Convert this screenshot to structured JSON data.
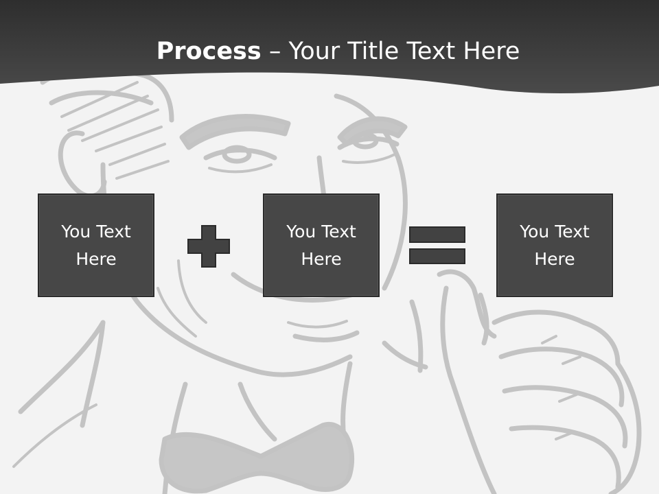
{
  "header": {
    "title_bold": "Process",
    "title_rest": " – Your Title Text Here"
  },
  "process": {
    "steps": [
      {
        "label": "You Text\nHere"
      },
      {
        "label": "You Text\nHere"
      },
      {
        "label": "You Text\nHere"
      }
    ],
    "operators": [
      "plus-icon",
      "equals-icon"
    ]
  },
  "colors": {
    "header_bg": "#3d3d3d",
    "box_fill": "#474747",
    "box_border": "#2a2a2a",
    "operator_fill": "#424242",
    "illustration": "#c3c3c3",
    "background": "#f3f3f3"
  }
}
